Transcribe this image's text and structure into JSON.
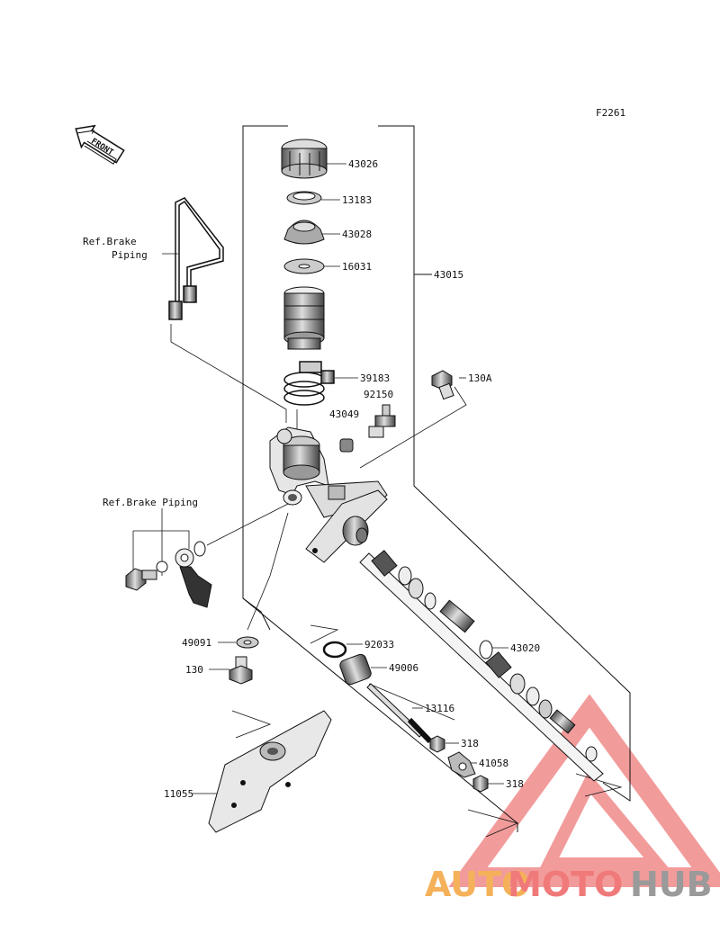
{
  "diagram_code": "F2261",
  "front_label": "FRONT",
  "ref_brake_piping_upper": [
    "Ref.Brake",
    "Piping"
  ],
  "ref_brake_piping_lower": "Ref.Brake Piping",
  "parts": [
    {
      "id": "p43026",
      "number": "43026"
    },
    {
      "id": "p13183",
      "number": "13183"
    },
    {
      "id": "p43028",
      "number": "43028"
    },
    {
      "id": "p16031",
      "number": "16031"
    },
    {
      "id": "p43015",
      "number": "43015"
    },
    {
      "id": "p39183",
      "number": "39183"
    },
    {
      "id": "p130A",
      "number": "130A"
    },
    {
      "id": "p92150",
      "number": "92150"
    },
    {
      "id": "p43049",
      "number": "43049"
    },
    {
      "id": "p43020",
      "number": "43020"
    },
    {
      "id": "p49091",
      "number": "49091"
    },
    {
      "id": "p92033",
      "number": "92033"
    },
    {
      "id": "p49006",
      "number": "49006"
    },
    {
      "id": "p130",
      "number": "130"
    },
    {
      "id": "p13116",
      "number": "13116"
    },
    {
      "id": "p318a",
      "number": "318"
    },
    {
      "id": "p41058",
      "number": "41058"
    },
    {
      "id": "p318b",
      "number": "318"
    },
    {
      "id": "p11055",
      "number": "11055"
    }
  ],
  "watermark": {
    "part1": "AUTO",
    "part2": "MOTO",
    "part3": "HUB",
    "color1": "#f5b15a",
    "color2": "#f07a7a",
    "color3": "#9a9a9a",
    "triangle_color": "#f08a8a"
  }
}
